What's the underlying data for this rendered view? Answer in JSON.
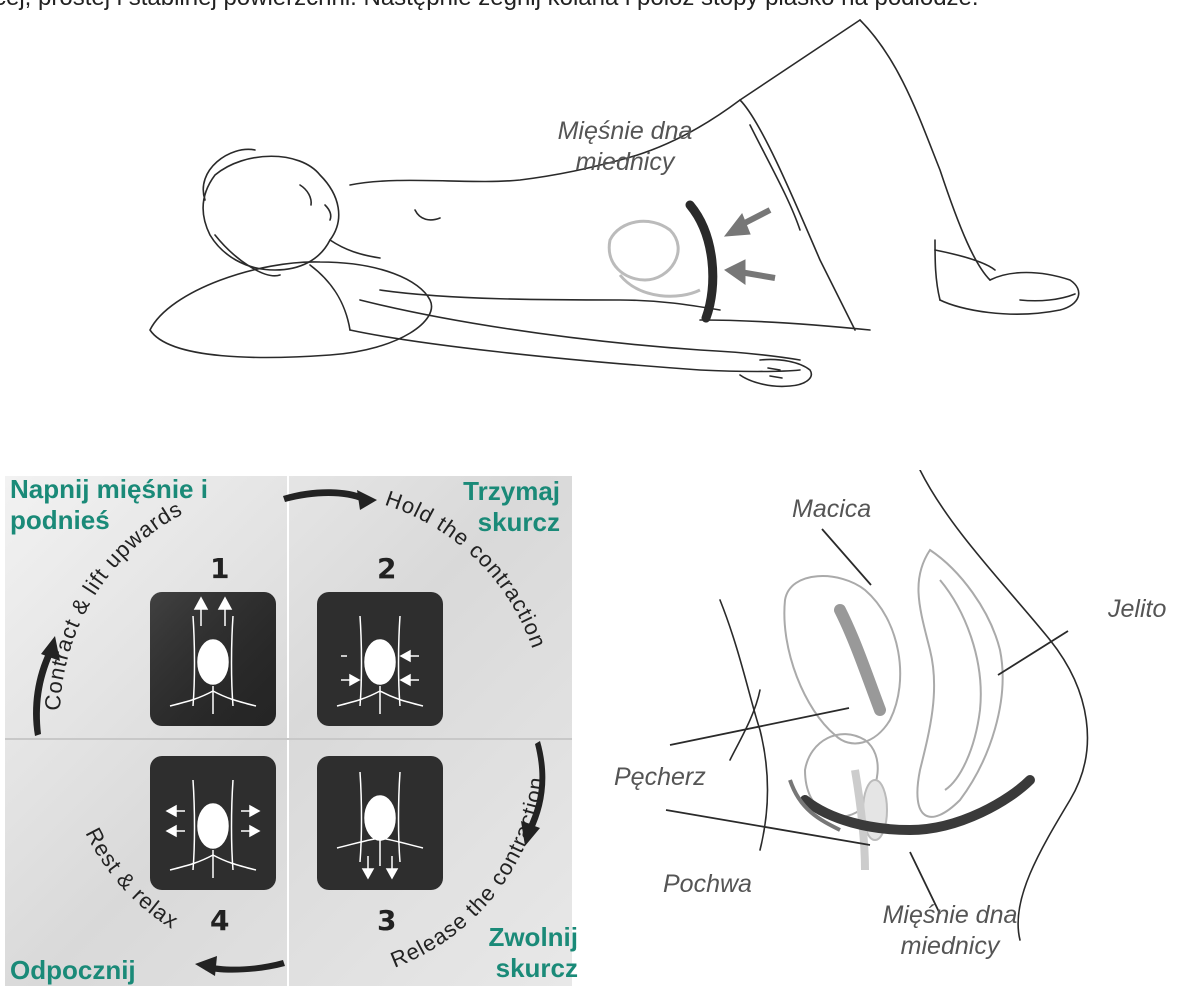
{
  "top_text": "cej, prostej i stabilnej powierzchni. Następnie zegnij kolana i połóż stopy płasko na podłodze.",
  "figure": {
    "label_pelvic_floor": "Mięśnie dna miednicy"
  },
  "cycle": {
    "steps": [
      {
        "number": "1",
        "polish": "Napnij mięśnie i podnieś",
        "english": "Contract & lift upwards"
      },
      {
        "number": "2",
        "polish": "Trzymaj skurcz",
        "english": "Hold the contraction"
      },
      {
        "number": "3",
        "polish": "Zwolnij skurcz",
        "english": "Release the contraction"
      },
      {
        "number": "4",
        "polish": "Odpocznij",
        "english": "Rest & relax"
      }
    ]
  },
  "anatomy": {
    "macica": "Macica",
    "jelito": "Jelito",
    "pecherz": "Pęcherz",
    "pochwa": "Pochwa",
    "miesnie": "Mięśnie dna miednicy"
  },
  "colors": {
    "accent_green": "#1a8a78",
    "label_grey": "#555555"
  }
}
